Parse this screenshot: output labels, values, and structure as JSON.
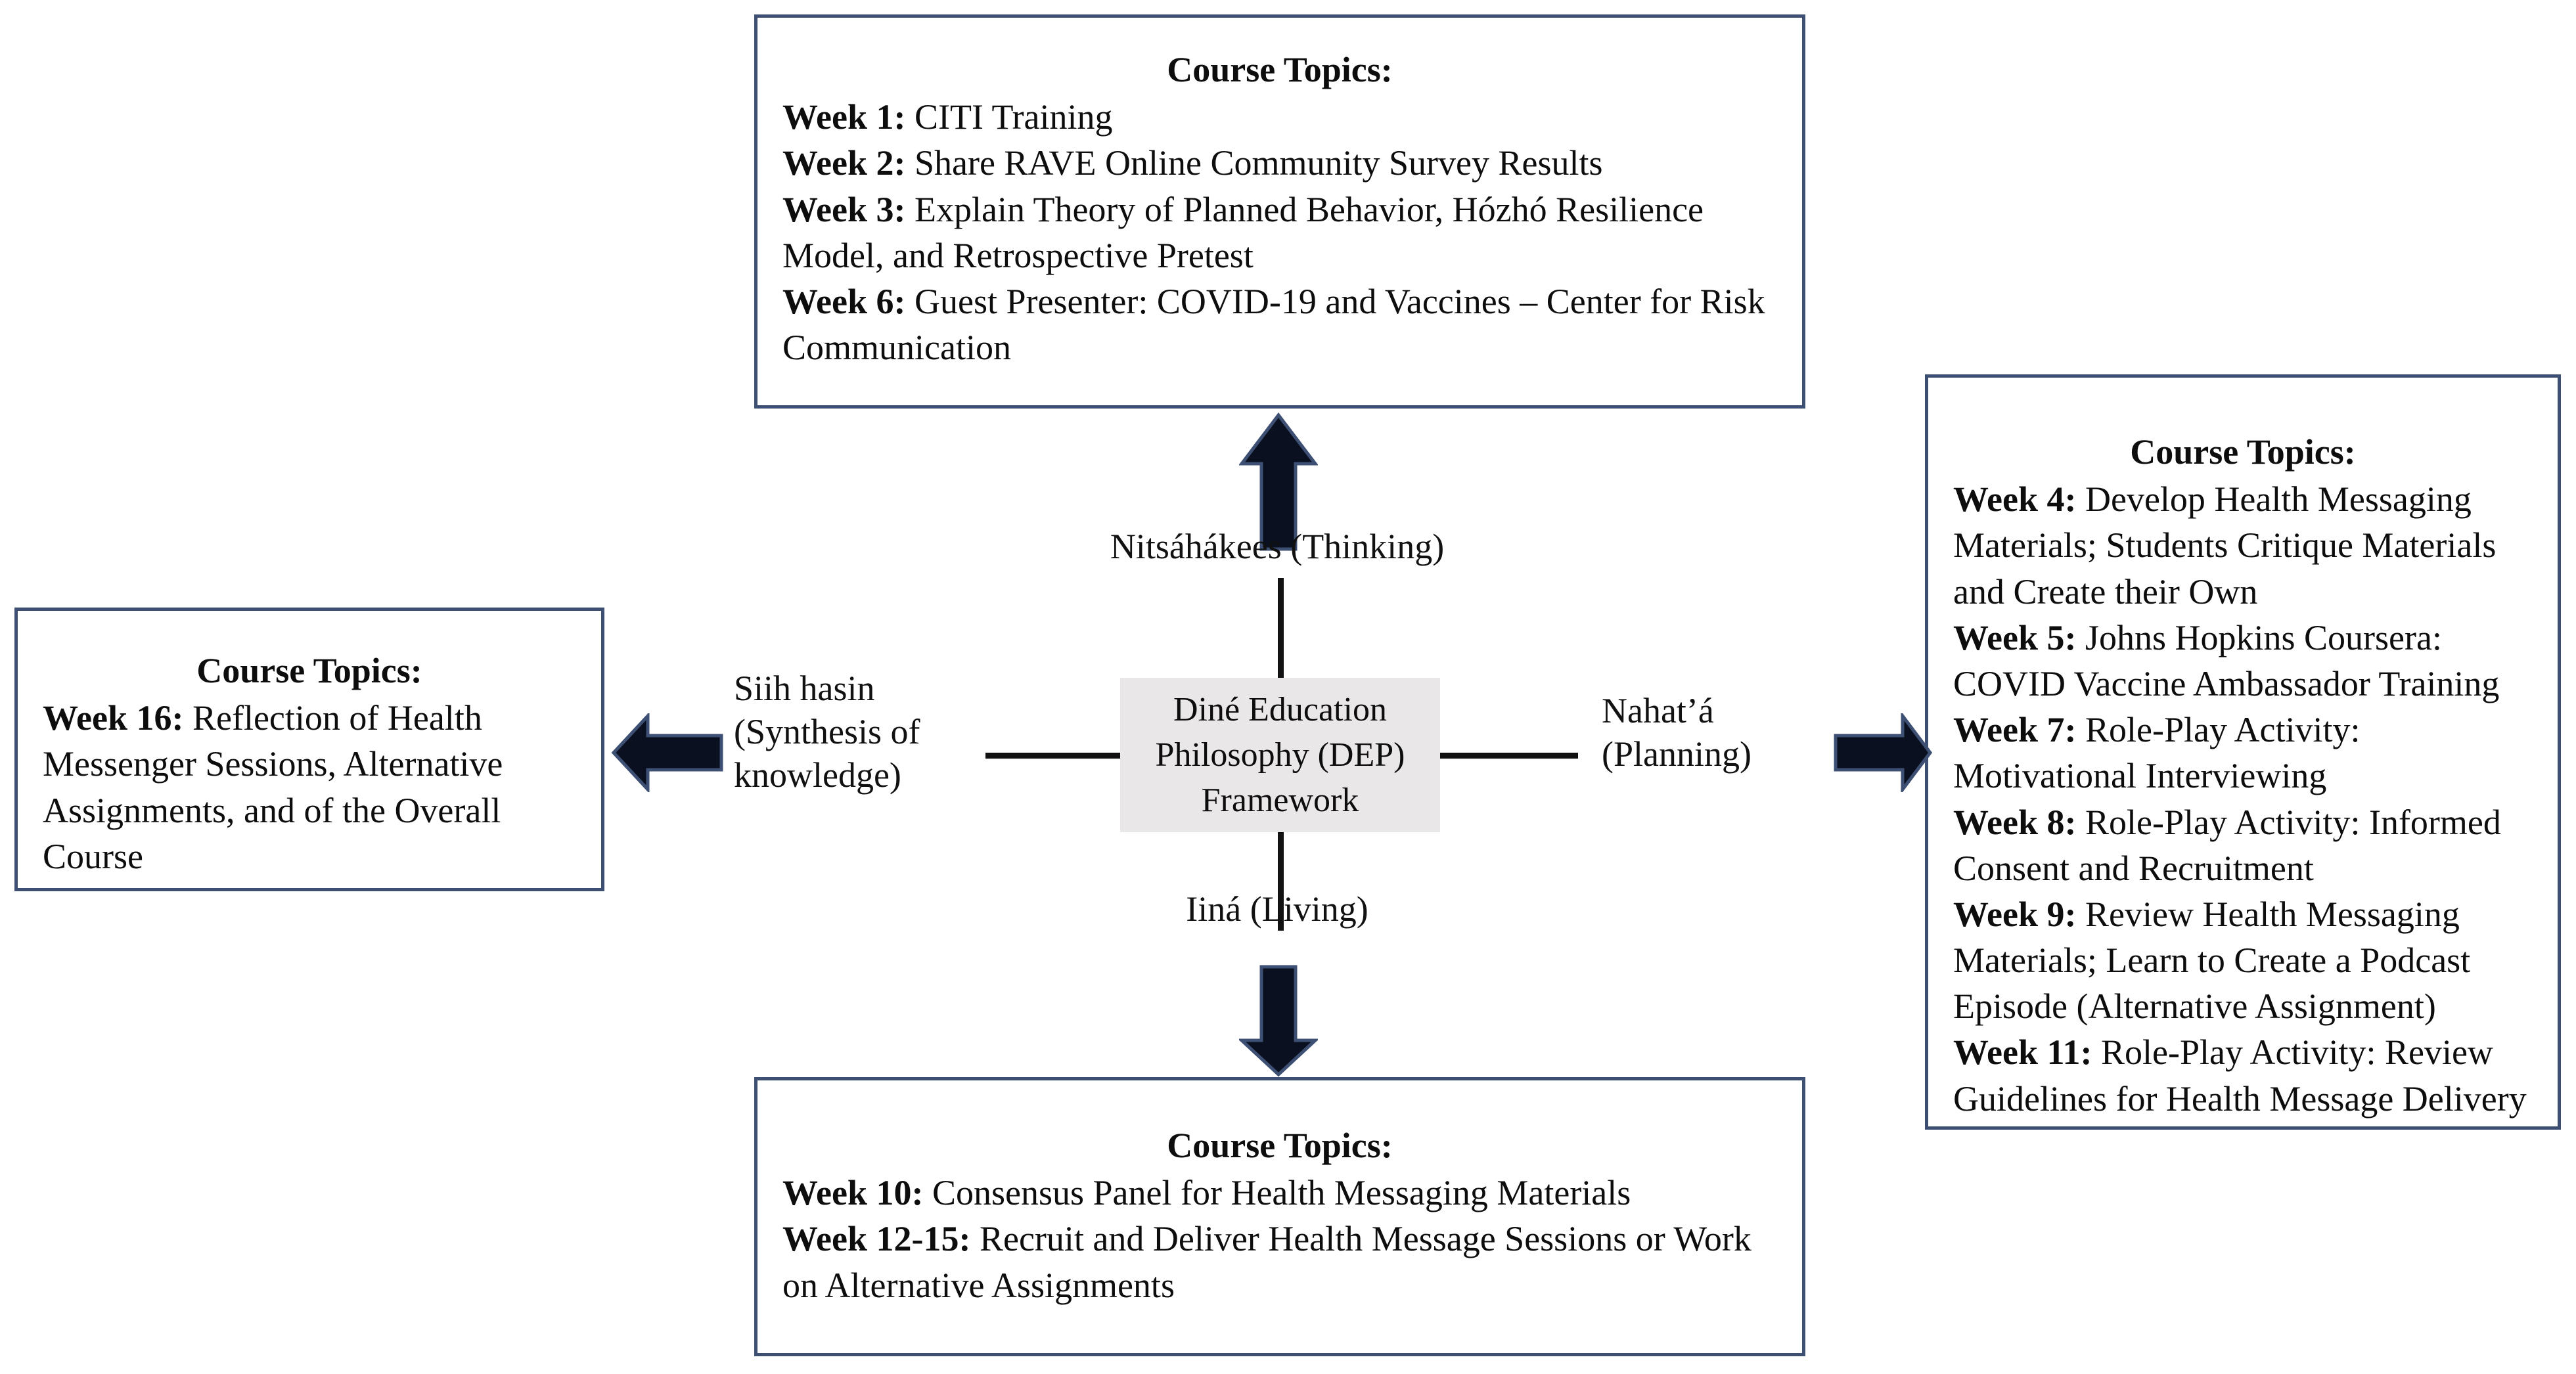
{
  "center": {
    "label": "Diné Education Philosophy (DEP) Framework",
    "bg_color": "#e9e7e7"
  },
  "theme": {
    "box_border_color": "#3d4f72",
    "arrow_color": "#0a1020",
    "line_color": "#111111",
    "text_color": "#0d0d0d"
  },
  "connectors": {
    "up": {
      "label": "Nitsáhákees (Thinking)",
      "direction": "up"
    },
    "left": {
      "label": "Siih hasin\n(Synthesis of\nknowledge)",
      "direction": "left"
    },
    "right": {
      "label": "Nahat’á\n(Planning)",
      "direction": "right"
    },
    "down": {
      "label": "Iiná (Living)",
      "direction": "down"
    }
  },
  "boxes": {
    "top": {
      "title": "Course Topics:",
      "items": [
        {
          "week": "Week 1:",
          "text": " CITI Training"
        },
        {
          "week": "Week 2:",
          "text": " Share RAVE Online Community Survey Results"
        },
        {
          "week": "Week 3:",
          "text": " Explain Theory of Planned Behavior, Hózhó Resilience Model, and Retrospective Pretest"
        },
        {
          "week": "Week 6:",
          "text": " Guest Presenter: COVID-19 and Vaccines – Center for Risk Communication"
        }
      ]
    },
    "right": {
      "title": "Course Topics:",
      "items": [
        {
          "week": "Week 4:",
          "text": " Develop Health Messaging Materials; Students Critique Materials and Create their Own"
        },
        {
          "week": "Week 5:",
          "text": " Johns Hopkins Coursera: COVID Vaccine Ambassador Training"
        },
        {
          "week": "Week 7:",
          "text": " Role-Play Activity: Motivational Interviewing"
        },
        {
          "week": "Week 8:",
          "text": " Role-Play Activity: Informed Consent and Recruitment"
        },
        {
          "week": "Week 9:",
          "text": " Review Health Messaging Materials; Learn to Create a Podcast Episode (Alternative Assignment)"
        },
        {
          "week": "Week 11:",
          "text": " Role-Play Activity: Review Guidelines for Health Message Delivery"
        }
      ]
    },
    "left": {
      "title": "Course Topics:",
      "items": [
        {
          "week": "Week 16:",
          "text": " Reflection of Health Messenger Sessions, Alternative Assignments, and of the Overall Course"
        }
      ]
    },
    "bottom": {
      "title": "Course Topics:",
      "items": [
        {
          "week": "Week 10:",
          "text": " Consensus Panel for Health Messaging Materials"
        },
        {
          "week": "Week 12-15:",
          "text": " Recruit and Deliver Health Message Sessions or Work on Alternative Assignments"
        }
      ]
    }
  }
}
